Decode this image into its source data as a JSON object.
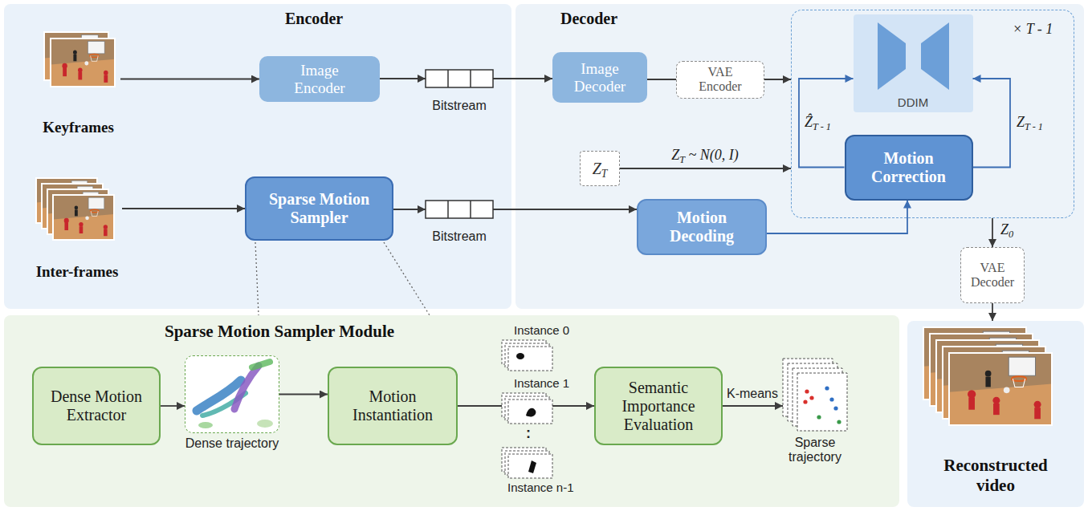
{
  "diagram": {
    "nodes": [
      {
        "text": [
          "Encoder"
        ]
      },
      {
        "text": [
          "Keyframes"
        ],
        "in": 0
      },
      {
        "text": [
          "Image Encoder"
        ],
        "in": 0
      },
      {
        "text": [
          "Bitstream"
        ],
        "in": 0
      },
      {
        "text": [
          "Inter-frames"
        ],
        "in": 0
      },
      {
        "text": [
          "Sparse Motion Sampler"
        ],
        "in": 0
      },
      {
        "text": [
          "Bitstream"
        ],
        "in": 0
      },
      {
        "text": [
          "Decoder"
        ]
      },
      {
        "text": [
          "Image Decoder"
        ],
        "in": 7
      },
      {
        "text": [
          "VAE Encoder"
        ],
        "in": 7
      },
      {
        "text": [
          "ZT"
        ],
        "in": 7
      },
      {
        "text": [
          "× T - 1"
        ],
        "in": 7
      },
      {
        "text": [
          "DDIM"
        ],
        "in": 11
      },
      {
        "text": [
          "Motion Correction"
        ],
        "in": 11
      },
      {
        "text": [
          "Motion Decoding"
        ],
        "in": 7
      },
      {
        "text": [
          "VAE Decoder"
        ],
        "in": 7
      },
      {
        "text": [
          "Reconstructed video"
        ]
      },
      {
        "text": [
          "Sparse Motion Sampler Module"
        ]
      },
      {
        "text": [
          "Dense Motion Extractor"
        ],
        "in": 17
      },
      {
        "text": [
          "Dense trajectory"
        ],
        "in": 17
      },
      {
        "text": [
          "Motion Instantiation"
        ],
        "in": 17
      },
      {
        "text": [
          "Semantic Importance Evaluation"
        ],
        "in": 17
      },
      {
        "text": [
          "Sparse trajectory"
        ],
        "in": 17
      }
    ],
    "edges": [
      {
        "from": 1,
        "to": 2,
        "arrow": "to"
      },
      {
        "from": 2,
        "to": 3,
        "arrow": "to"
      },
      {
        "from": 3,
        "to": 8,
        "arrow": "to"
      },
      {
        "from": 8,
        "to": 9,
        "arrow": "none"
      },
      {
        "from": 9,
        "to": 11,
        "arrow": "to"
      },
      {
        "from": 10,
        "to": 11,
        "label": "ZT ~ N(0, I)",
        "arrow": "to"
      },
      {
        "from": 13,
        "to": 12,
        "label": "ẐT - 1",
        "arrow": "to"
      },
      {
        "from": 13,
        "to": 12,
        "label": "ZT - 1",
        "arrow": "to"
      },
      {
        "from": 11,
        "to": 15,
        "label": "Z0",
        "arrow": "to"
      },
      {
        "from": 15,
        "to": 16,
        "arrow": "to"
      },
      {
        "from": 4,
        "to": 5,
        "arrow": "to"
      },
      {
        "from": 5,
        "to": 6,
        "arrow": "to"
      },
      {
        "from": 6,
        "to": 14,
        "arrow": "to"
      },
      {
        "from": 14,
        "to": 13,
        "arrow": "to"
      },
      {
        "from": 18,
        "to": 19,
        "arrow": "to"
      },
      {
        "from": 19,
        "to": 20,
        "arrow": "to"
      },
      {
        "from": 20,
        "to": 21,
        "arrow": "to"
      },
      {
        "from": 21,
        "to": 22,
        "label": "K-means",
        "arrow": "to"
      }
    ],
    "labels": [
      "Instance 0",
      "Instance 1",
      ":",
      "Instance n-1"
    ]
  }
}
